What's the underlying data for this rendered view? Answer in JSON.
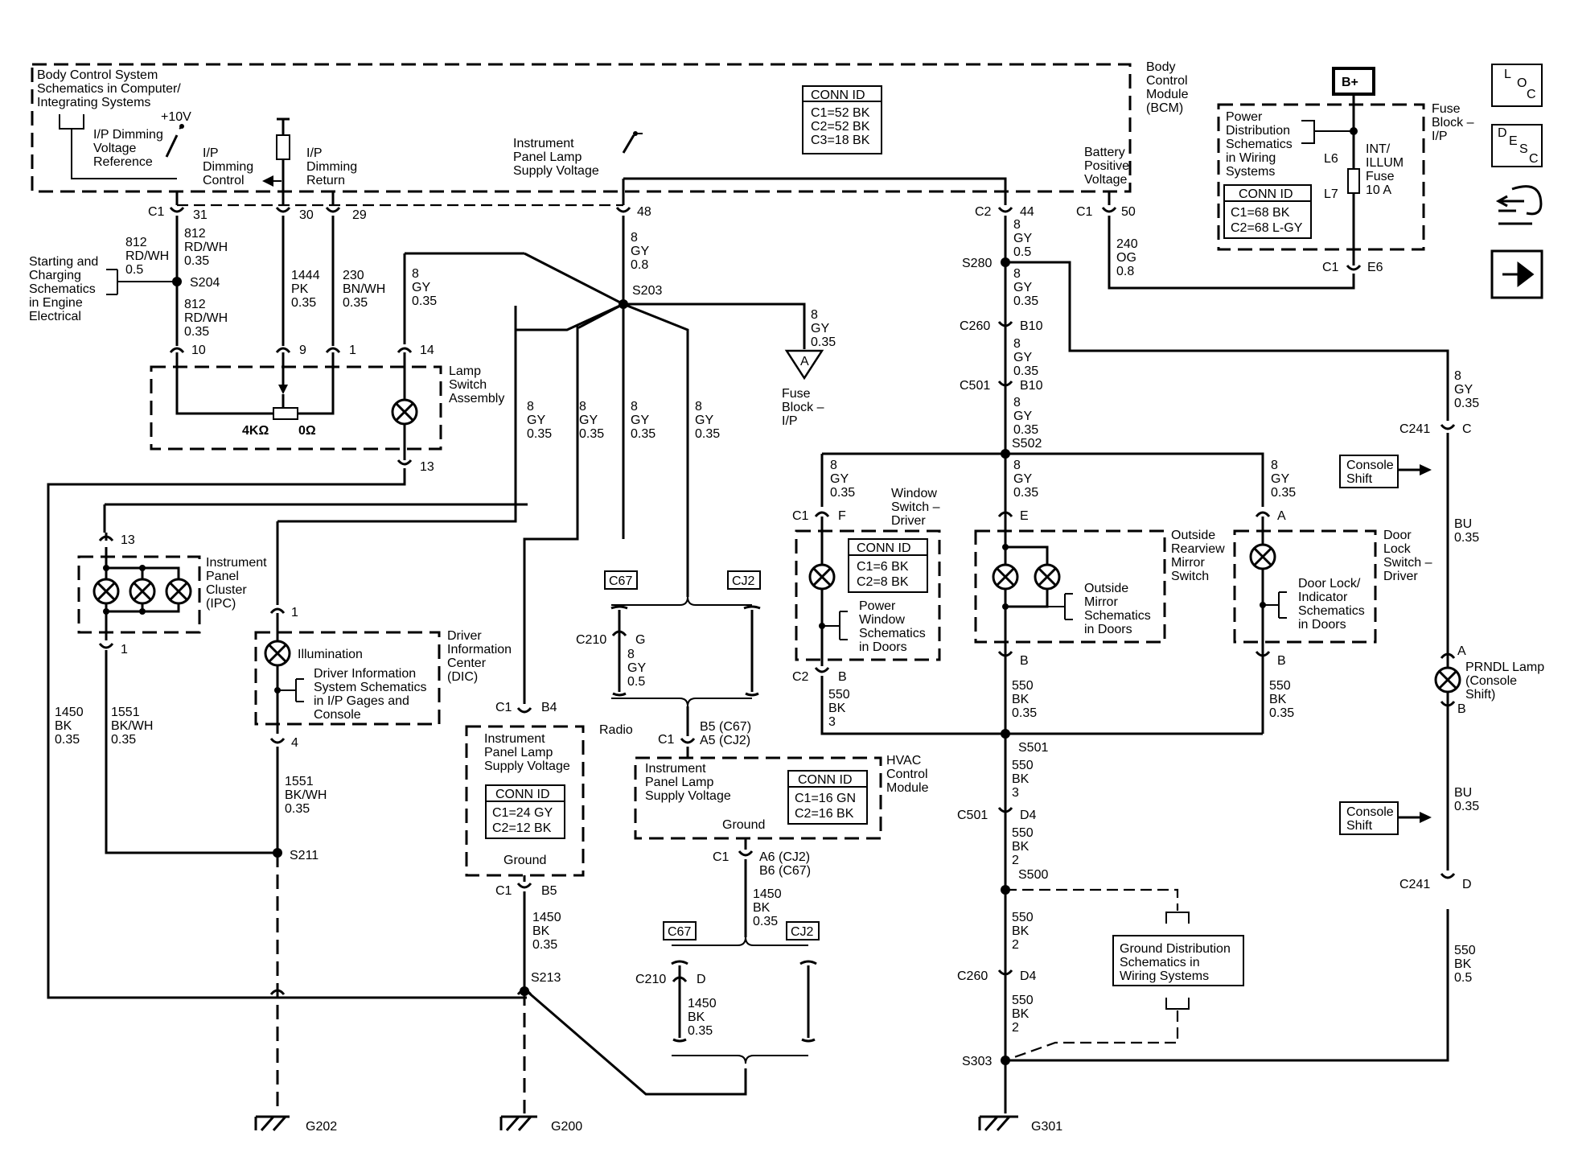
{
  "bcm": {
    "name": [
      "Body",
      "Control",
      "Module",
      "(BCM)"
    ],
    "schem_ref": [
      "Body Control System",
      "Schematics in Computer/",
      "Integrating Systems"
    ],
    "dim_ref": [
      "I/P Dimming",
      "Voltage",
      "Reference"
    ],
    "plus10v": "+10V",
    "dim_control": [
      "I/P",
      "Dimming",
      "Control"
    ],
    "dim_return": [
      "I/P",
      "Dimming",
      "Return"
    ],
    "ip_lamp": [
      "Instrument",
      "Panel Lamp",
      "Supply Voltage"
    ],
    "batt": [
      "Battery",
      "Positive",
      "Voltage"
    ],
    "conn_id": "CONN ID",
    "conn_rows": [
      "C1=52 BK",
      "C2=52 BK",
      "C3=18 BK"
    ],
    "c1": "C1",
    "pin31": "31",
    "pin30": "30",
    "pin29": "29",
    "pin48": "48",
    "c2": "C2",
    "pin44": "44",
    "c1b": "C1",
    "pin50": "50"
  },
  "fuse_block": {
    "bplus": "B+",
    "name": [
      "Fuse",
      "Block –",
      "I/P"
    ],
    "pd_ref": [
      "Power",
      "Distribution",
      "Schematics",
      "in Wiring",
      "Systems"
    ],
    "l6": "L6",
    "l7": "L7",
    "fuse": [
      "INT/",
      "ILLUM",
      "Fuse",
      "10 A"
    ],
    "conn_id": "CONN ID",
    "conn_rows": [
      "C1=68 BK",
      "C2=68 L-GY"
    ],
    "c1": "C1",
    "e6": "E6"
  },
  "nav": {
    "loc": [
      "L",
      "O",
      "C"
    ],
    "desc": [
      "D",
      "E",
      "S",
      "C"
    ]
  },
  "wires": {
    "w812a": [
      "812",
      "RD/WH",
      "0.35"
    ],
    "w812b": [
      "812",
      "RD/WH",
      "0.5"
    ],
    "w812c": [
      "812",
      "RD/WH",
      "0.35"
    ],
    "w1444": [
      "1444",
      "PK",
      "0.35"
    ],
    "w230": [
      "230",
      "BN/WH",
      "0.35"
    ],
    "w8lamp": [
      "8",
      "GY",
      "0.35"
    ],
    "w8main": [
      "8",
      "GY",
      "0.8"
    ],
    "w8fuseA": [
      "8",
      "GY",
      "0.35"
    ],
    "w8c1": [
      "8",
      "GY",
      "0.35"
    ],
    "w8c2": [
      "8",
      "GY",
      "0.35"
    ],
    "w8c3": [
      "8",
      "GY",
      "0.35"
    ],
    "w8c4": [
      "8",
      "GY",
      "0.35"
    ],
    "w240": [
      "240",
      "OG",
      "0.8"
    ],
    "w8c2a": [
      "8",
      "GY",
      "0.5"
    ],
    "w8s280": [
      "8",
      "GY",
      "0.35"
    ],
    "w8c260": [
      "8",
      "GY",
      "0.35"
    ],
    "w8c501": [
      "8",
      "GY",
      "0.35"
    ],
    "w8win": [
      "8",
      "GY",
      "0.35"
    ],
    "w8mir": [
      "8",
      "GY",
      "0.35"
    ],
    "w8door": [
      "8",
      "GY",
      "0.35"
    ],
    "w8right": [
      "8",
      "GY",
      "0.35"
    ],
    "w1450a": [
      "1450",
      "BK",
      "0.35"
    ],
    "w1551a": [
      "1551",
      "BK/WH",
      "0.35"
    ],
    "w1551b": [
      "1551",
      "BK/WH",
      "0.35"
    ],
    "w8c210": [
      "8",
      "GY",
      "0.5"
    ],
    "w1450b": [
      "1450",
      "BK",
      "0.35"
    ],
    "w1450c": [
      "1450",
      "BK",
      "0.35"
    ],
    "w1450d": [
      "1450",
      "BK",
      "0.35"
    ],
    "w550a": [
      "550",
      "BK",
      "3"
    ],
    "w550b": [
      "550",
      "BK",
      "0.35"
    ],
    "w550c": [
      "550",
      "BK",
      "0.35"
    ],
    "w550d": [
      "550",
      "BK",
      "3"
    ],
    "w550e": [
      "550",
      "BK",
      "2"
    ],
    "w550f": [
      "550",
      "BK",
      "2"
    ],
    "w550g": [
      "550",
      "BK",
      "2"
    ],
    "wbu1": [
      "BU",
      "0.35"
    ],
    "wbu2": [
      "BU",
      "0.35"
    ],
    "w550h": [
      "550",
      "BK",
      "0.5"
    ]
  },
  "splices": {
    "s204": "S204",
    "s203": "S203",
    "s280": "S280",
    "s502": "S502",
    "s501": "S501",
    "s500": "S500",
    "s303": "S303",
    "s211": "S211",
    "s213": "S213"
  },
  "connectors": {
    "c260a": "C260",
    "b10a": "B10",
    "c501a": "C501",
    "b10b": "B10",
    "c501b": "C501",
    "d4a": "D4",
    "c260b": "C260",
    "d4b": "D4",
    "c241a": "C241",
    "c_pin": "C",
    "c241b": "C241",
    "d_pin": "D",
    "c210a": "C210",
    "g_pin": "G",
    "c210b": "C210",
    "d_pin2": "D",
    "c67a": "C67",
    "cj2a": "CJ2",
    "c67b": "C67",
    "cj2b": "CJ2"
  },
  "fuse_a": {
    "letter": "A",
    "name": [
      "Fuse",
      "Block –",
      "I/P"
    ]
  },
  "starting": [
    "Starting and",
    "Charging",
    "Schematics",
    "in Engine",
    "Electrical"
  ],
  "lamp_switch": {
    "name": [
      "Lamp",
      "Switch",
      "Assembly"
    ],
    "pin10": "10",
    "pin9": "9",
    "pin1": "1",
    "pin14": "14",
    "pin13": "13",
    "r4k": "4KΩ",
    "r0": "0Ω"
  },
  "ipc": {
    "name": [
      "Instrument",
      "Panel",
      "Cluster",
      "(IPC)"
    ],
    "pin13": "13",
    "pin1": "1"
  },
  "dic": {
    "name": [
      "Driver",
      "Information",
      "Center",
      "(DIC)"
    ],
    "illum": "Illumination",
    "ref": [
      "Driver Information",
      "System Schematics",
      "in I/P Gages and",
      "Console"
    ],
    "pin1": "1",
    "pin4": "4"
  },
  "radio": {
    "name": "Radio",
    "supply": [
      "Instrument",
      "Panel Lamp",
      "Supply Voltage"
    ],
    "conn_id": "CONN ID",
    "conn_rows": [
      "C1=24 GY",
      "C2=12 BK"
    ],
    "ground": "Ground",
    "c1a": "C1",
    "b4": "B4",
    "c1b": "C1",
    "b5": "B5"
  },
  "hvac": {
    "name": [
      "HVAC",
      "Control",
      "Module"
    ],
    "supply": [
      "Instrument",
      "Panel Lamp",
      "Supply Voltage"
    ],
    "conn_id": "CONN ID",
    "conn_rows": [
      "C1=16 GN",
      "C2=16 BK"
    ],
    "ground": "Ground",
    "c1a": "C1",
    "b5c67": "B5 (C67)",
    "a5cj2": "A5 (CJ2)",
    "c1b": "C1",
    "a6cj2": "A6 (CJ2)",
    "b6c67": "B6 (C67)"
  },
  "window_sw": {
    "name": [
      "Window",
      "Switch –",
      "Driver"
    ],
    "conn_id": "CONN ID",
    "conn_rows": [
      "C1=6 BK",
      "C2=8 BK"
    ],
    "ref": [
      "Power",
      "Window",
      "Schematics",
      "in Doors"
    ],
    "c1": "C1",
    "f": "F",
    "c2": "C2",
    "b": "B"
  },
  "mirror_sw": {
    "name": [
      "Outside",
      "Rearview",
      "Mirror",
      "Switch"
    ],
    "ref": [
      "Outside",
      "Mirror",
      "Schematics",
      "in Doors"
    ],
    "e": "E",
    "b": "B"
  },
  "door_sw": {
    "name": [
      "Door",
      "Lock",
      "Switch –",
      "Driver"
    ],
    "ref": [
      "Door Lock/",
      "Indicator",
      "Schematics",
      "in Doors"
    ],
    "a": "A",
    "b": "B"
  },
  "console": {
    "shift1": [
      "Console",
      "Shift"
    ],
    "shift2": [
      "Console",
      "Shift"
    ]
  },
  "prndl": {
    "name": [
      "PRNDL Lamp",
      "(Console",
      "Shift)"
    ],
    "a": "A",
    "b": "B"
  },
  "ground_dist": [
    "Ground Distribution",
    "Schematics in",
    "Wiring Systems"
  ],
  "grounds": {
    "g202": "G202",
    "g200": "G200",
    "g301": "G301"
  }
}
